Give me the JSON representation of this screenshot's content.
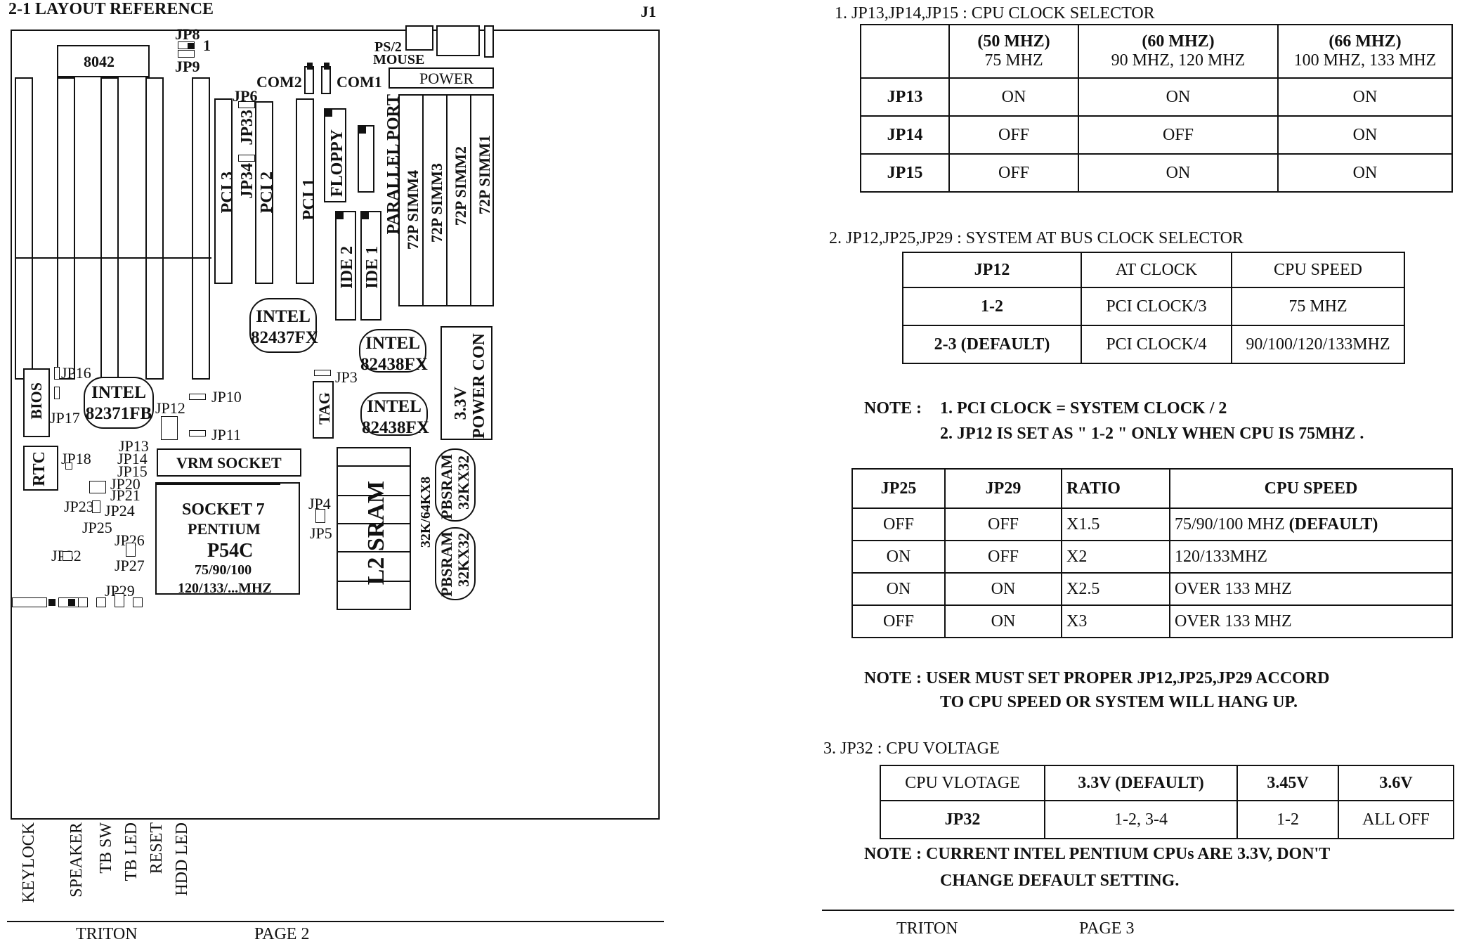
{
  "left": {
    "title": "2-1 LAYOUT REFERENCE",
    "corner": "J1",
    "labels": {
      "jp8": "JP8",
      "jp9": "JP9",
      "pin1": "1",
      "kbc": "8042",
      "com2": "COM2",
      "com1": "COM1",
      "ps2": "PS/2",
      "mouse": "MOUSE",
      "power": "POWER",
      "jp6": "JP6",
      "jp33": "JP33",
      "jp34": "JP34",
      "pci3": "PCI 3",
      "pci2": "PCI 2",
      "pci1": "PCI 1",
      "floppy": "FLOPPY",
      "parallel": "PARALLEL PORT",
      "simm4": "72P SIMM4",
      "simm3": "72P SIMM3",
      "simm2": "72P SIMM2",
      "simm1": "72P SIMM1",
      "ide2": "IDE 2",
      "ide1": "IDE 1",
      "intel": "INTEL",
      "fx437": "82437FX",
      "fx438a": "82438FX",
      "fx438b": "82438FX",
      "fb371": "82371FB",
      "power_con_a": "3.3V",
      "power_con_b": "POWER CON",
      "jp16": "JP16",
      "jp17": "JP17",
      "bios": "BIOS",
      "jp12": "JP12",
      "jp10": "JP10",
      "jp3": "JP3",
      "tag": "TAG",
      "jp11": "JP11",
      "jp13": "JP13",
      "jp14": "JP14",
      "jp15": "JP15",
      "rtc": "RTC",
      "jp18": "JP18",
      "vrm": "VRM  SOCKET",
      "jp20": "JP20",
      "jp21": "JP21",
      "jp23": "JP23",
      "jp24": "JP24",
      "jp25": "JP25",
      "jp26": "JP26",
      "jp27": "JP27",
      "jp32": "JP32",
      "jp29": "JP29",
      "jp4": "JP4",
      "jp5": "JP5",
      "socket7": "SOCKET 7",
      "pentium": "PENTIUM",
      "p54c": "P54C",
      "speeds1": "75/90/100",
      "speeds2": "120/133/...MHZ",
      "l2": "L2 SRAM",
      "cache": "32K/64KX8",
      "pbsram": "PBSRAM",
      "pbsize": "32KX32",
      "keylock": "KEYLOCK",
      "speaker": "SPEAKER",
      "tbsw": "TB SW",
      "tbled": "TB LED",
      "reset": "RESET",
      "hddled": "HDD LED"
    },
    "footer_name": "TRITON",
    "footer_page": "PAGE 2"
  },
  "right": {
    "sec1": {
      "heading": "1. JP13,JP14,JP15 : CPU CLOCK SELECTOR",
      "columns": [
        {
          "top": "(50 MHZ)",
          "bottom": "75 MHZ"
        },
        {
          "top": "(60 MHZ)",
          "bottom": "90 MHZ,  120 MHZ"
        },
        {
          "top": "(66 MHZ)",
          "bottom": "100 MHZ,   133 MHZ"
        }
      ],
      "rows": [
        {
          "label": "JP13",
          "values": [
            "ON",
            "ON",
            "ON"
          ]
        },
        {
          "label": "JP14",
          "values": [
            "OFF",
            "OFF",
            "ON"
          ]
        },
        {
          "label": "JP15",
          "values": [
            "OFF",
            "ON",
            "ON"
          ]
        }
      ]
    },
    "sec2": {
      "heading": "2. JP12,JP25,JP29 : SYSTEM AT BUS CLOCK SELECTOR",
      "headers": [
        "JP12",
        "AT CLOCK",
        "CPU SPEED"
      ],
      "rows": [
        [
          "1-2",
          "PCI CLOCK/3",
          "75 MHZ"
        ],
        [
          "2-3 (DEFAULT)",
          "PCI CLOCK/4",
          "90/100/120/133MHZ"
        ]
      ],
      "note_label": "NOTE :",
      "note1": "1. PCI CLOCK =  SYSTEM CLOCK / 2",
      "note2": "2. JP12 IS SET AS \" 1-2 \" ONLY WHEN CPU IS 75MHZ .",
      "ratio_headers": [
        "JP25",
        "JP29",
        "RATIO",
        "CPU  SPEED"
      ],
      "ratio_rows": [
        {
          "jp25": "OFF",
          "jp29": "OFF",
          "ratio": "X1.5",
          "speed": "75/90/100 MHZ",
          "tag": "(DEFAULT)"
        },
        {
          "jp25": "ON",
          "jp29": "OFF",
          "ratio": "X2",
          "speed": "120/133MHZ",
          "tag": ""
        },
        {
          "jp25": "ON",
          "jp29": "ON",
          "ratio": "X2.5",
          "speed": "OVER  133 MHZ",
          "tag": ""
        },
        {
          "jp25": "OFF",
          "jp29": "ON",
          "ratio": "X3",
          "speed": "OVER  133 MHZ",
          "tag": ""
        }
      ],
      "warn1": "NOTE : USER MUST SET PROPER JP12,JP25,JP29 ACCORD",
      "warn2": "TO CPU SPEED OR SYSTEM WILL HANG UP."
    },
    "sec3": {
      "heading": "3. JP32 : CPU VOLTAGE",
      "headers": [
        "CPU VLOTAGE",
        "3.3V (DEFAULT)",
        "3.45V",
        "3.6V"
      ],
      "row": [
        "JP32",
        "1-2, 3-4",
        "1-2",
        "ALL OFF"
      ],
      "note1": "NOTE : CURRENT INTEL PENTIUM  CPUs  ARE 3.3V, DON'T",
      "note2": "CHANGE  DEFAULT SETTING."
    },
    "footer_name": "TRITON",
    "footer_page": "PAGE 3"
  }
}
